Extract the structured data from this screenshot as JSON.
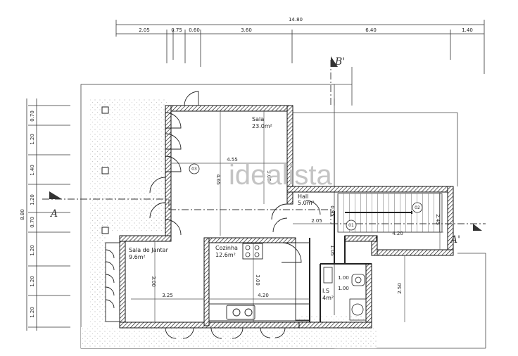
{
  "watermark": "idealista",
  "dimensions": {
    "top_total": "14.80",
    "top": [
      "2.05",
      "0.75",
      "0.60",
      "3.60",
      "6.40",
      "1.40"
    ],
    "left_total": "8.80",
    "left": [
      "0.70",
      "1.20",
      "1.40",
      "1.20",
      "0.70",
      "1.20",
      "1.20",
      "1.20"
    ],
    "interior": {
      "sala_width": "4.55",
      "sala_depth": "4.65",
      "sala_depth_b": "5.05",
      "hall_width": "2.05",
      "hall_corridor": "4.20",
      "hall_height": "2.45",
      "hall_step": "0.95",
      "hall_b": "1.05",
      "right_height": "2.50",
      "jantar_depth": "3.00",
      "jantar_width": "3.25",
      "cozinha_depth": "3.00",
      "cozinha_width": "4.20",
      "is_a": "1.00",
      "is_b": "1.00"
    }
  },
  "rooms": {
    "sala": {
      "name": "Sala",
      "area": "23.0m²"
    },
    "hall": {
      "name": "Hall",
      "area": "5.0m²"
    },
    "sala_jantar": {
      "name": "Sala de Jantar",
      "area": "9.6m²"
    },
    "cozinha": {
      "name": "Cozinha",
      "area": "12.6m²"
    },
    "is": {
      "name": "I.S",
      "area": "4m²"
    }
  },
  "sections": {
    "a_left": "A",
    "a_right": "A'",
    "b_top": "B'"
  },
  "markers": {
    "sala": "03",
    "hall": "02",
    "hall_b": "01"
  }
}
